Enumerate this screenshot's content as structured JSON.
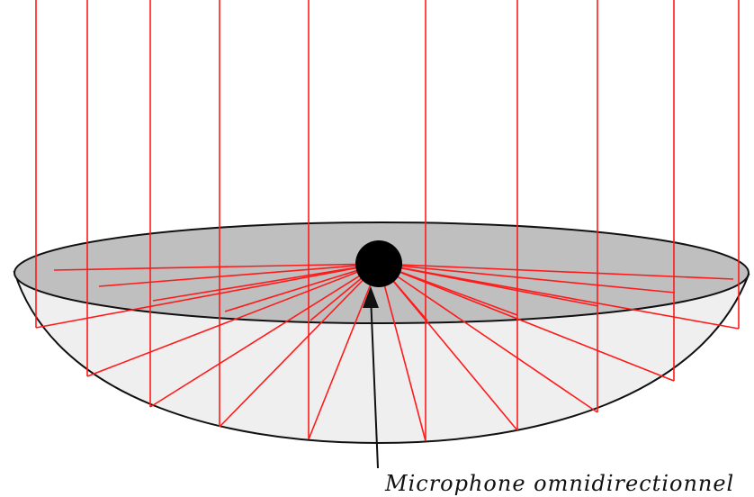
{
  "label": {
    "microphone": "Microphone omnidirectionnel"
  },
  "colors": {
    "rays": "#ff1a1a",
    "dish_rim_fill": "#bfbfbf",
    "dish_body_fill": "#efefef",
    "outline": "#111111",
    "microphone": "#000000"
  },
  "elements": {
    "incoming_rays": 10,
    "reflected_rays": 20
  }
}
